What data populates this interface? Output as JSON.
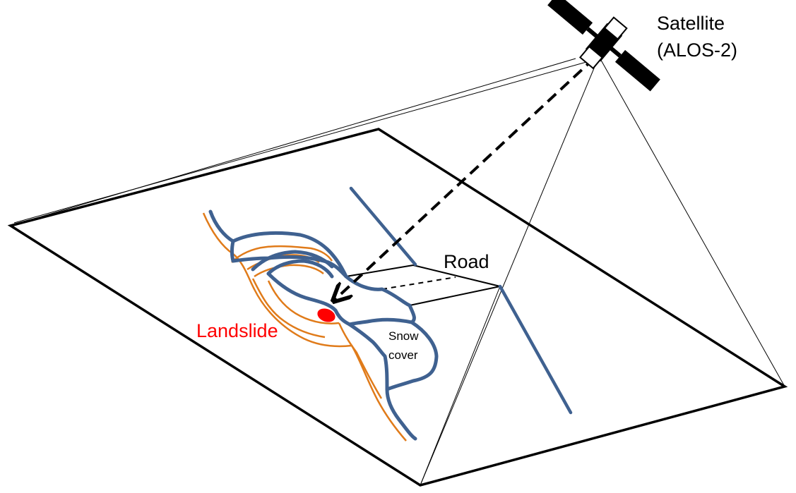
{
  "labels": {
    "satellite_line1": "Satellite",
    "satellite_line2": "(ALOS-2)",
    "road": "Road",
    "landslide": "Landslide",
    "snow_line1": "Snow",
    "snow_line2": "cover"
  },
  "colors": {
    "outline": "#000000",
    "snow_cover": "#3f6190",
    "landslide_edge": "#e07b1a",
    "landslide_point": "#ff0000",
    "landslide_text": "#ff0000",
    "background": "#ffffff"
  }
}
